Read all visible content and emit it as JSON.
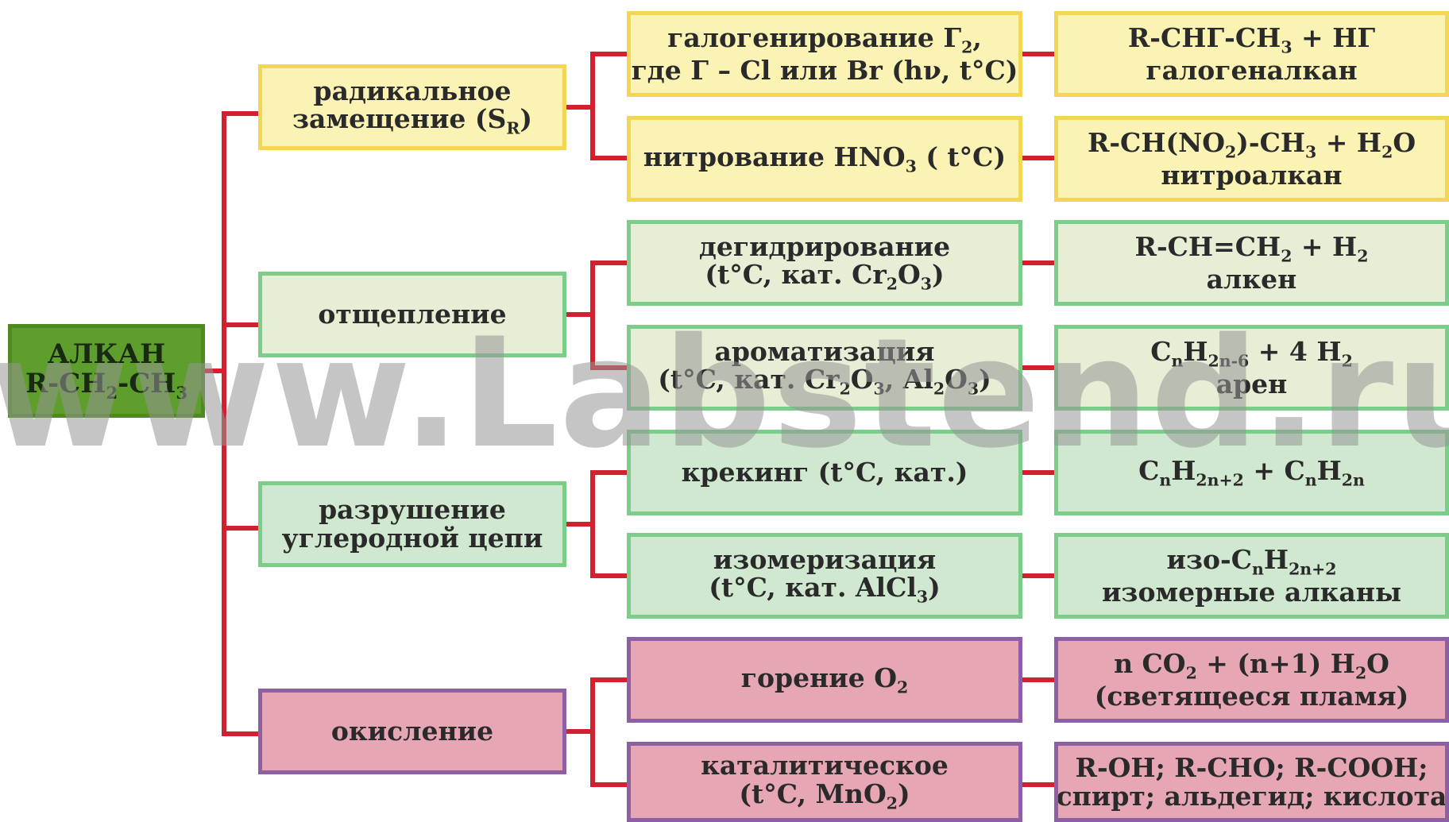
{
  "root": {
    "line1": "АЛКАН",
    "line2_html": "R-CH<sub>2</sub>-CH<sub>3</sub>"
  },
  "categories": [
    {
      "id": "radical-substitution",
      "label_html": "<span>радикальное</span><span>замещение (S<sub>R</sub>)</span>",
      "color": "#fbf3b4",
      "reactions": [
        {
          "condition_html": "<span>галогенирование Г<sub>2</sub>,</span><span>где Г – Cl или Br (hν, t°C)</span>",
          "product_html": "<span>R-CHГ-CH<sub>3</sub> + HГ</span><span>галогеналкан</span>"
        },
        {
          "condition_html": "<span>нитрование HNO<sub>3</sub> ( t°C)</span>",
          "product_html": "<span>R-CH(NO<sub>2</sub>)-CH<sub>3</sub> + H<sub>2</sub>O</span><span>нитроалкан</span>"
        }
      ]
    },
    {
      "id": "elimination",
      "label_html": "<span>отщепление</span>",
      "color": "#e6eed6",
      "reactions": [
        {
          "condition_html": "<span>дегидрирование</span><span>(t°C, кат. Cr<sub>2</sub>O<sub>3</sub>)</span>",
          "product_html": "<span>R-CH=CH<sub>2</sub> + H<sub>2</sub></span><span>алкен</span>"
        },
        {
          "condition_html": "<span>ароматизация</span><span>(t°C, кат. Cr<sub>2</sub>O<sub>3</sub>, Al<sub>2</sub>O<sub>3</sub>)</span>",
          "product_html": "<span>C<sub>n</sub>H<sub>2n-6</sub> + 4 H<sub>2</sub></span><span>арен</span>"
        }
      ]
    },
    {
      "id": "chain-destruction",
      "label_html": "<span>разрушение</span><span>углеродной цепи</span>",
      "color": "#cfe8cf",
      "reactions": [
        {
          "condition_html": "<span>крекинг (t°C, кат.)</span>",
          "product_html": "<span>C<sub>n</sub>H<sub>2n+2</sub> + C<sub>n</sub>H<sub>2n</sub></span>"
        },
        {
          "condition_html": "<span>изомеризация</span><span>(t°C, кат. AlCl<sub>3</sub>)</span>",
          "product_html": "<span>изо-C<sub>n</sub>H<sub>2n+2</sub></span><span>изомерные алканы</span>"
        }
      ]
    },
    {
      "id": "oxidation",
      "label_html": "<span>окисление</span>",
      "color": "#e6a6b4",
      "reactions": [
        {
          "condition_html": "<span>горение O<sub>2</sub></span>",
          "product_html": "<span>n CO<sub>2</sub> + (n+1) H<sub>2</sub>O</span><span>(светящееся пламя)</span>"
        },
        {
          "condition_html": "<span>каталитическое</span><span>(t°C, MnO<sub>2</sub>)</span>",
          "product_html": "<span>R-OH;  R-CHO;  R-COOH;</span><span>спирт; альдегид; кислота</span>"
        }
      ]
    }
  ],
  "watermark": "www.Labstend.ru",
  "colors": {
    "connector": "#d3202f",
    "root": "#5e9e2c",
    "oxidation_border": "#8e5fa5"
  }
}
